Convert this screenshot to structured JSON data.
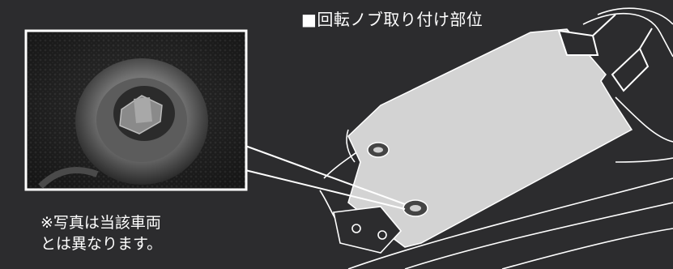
{
  "caption": {
    "title": "■回転ノブ取り付け部位",
    "note_line1": "※写真は当該車両",
    "note_line2": "とは異なります。"
  },
  "colors": {
    "background": "#2c2c2e",
    "mat_fill": "#d2d2d2",
    "line_white": "#ffffff",
    "carpet_dark": "#1a1a1a"
  },
  "icons": [
    "rotary-knob-photo",
    "floor-mat-illustration",
    "knob-fastener",
    "pedal-illustration"
  ]
}
